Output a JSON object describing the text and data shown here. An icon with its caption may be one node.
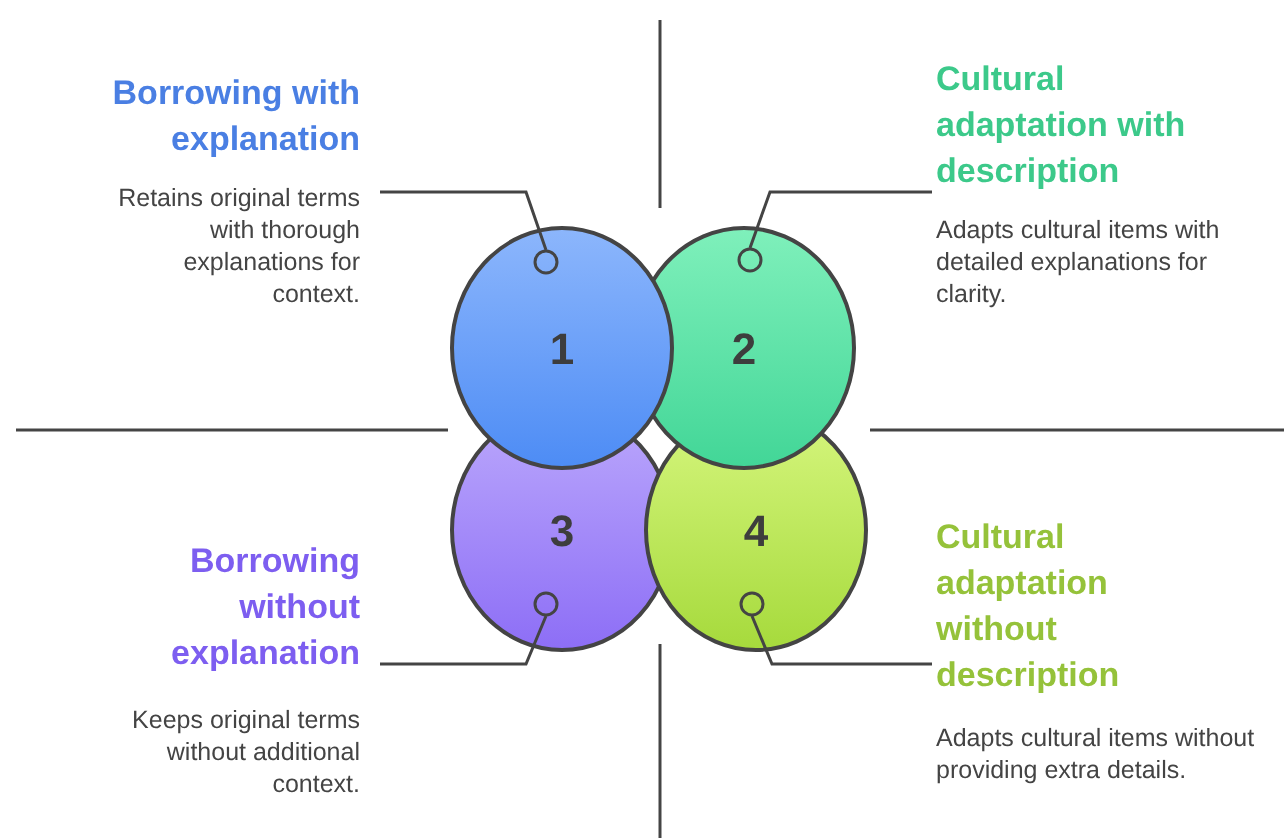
{
  "diagram": {
    "nodes": [
      {
        "text": [
          "Borrowing with explanation",
          "Retains original terms with thorough explanations for context."
        ]
      },
      {
        "text": [
          "Cultural adaptation with description",
          "Adapts cultural items with detailed explanations for clarity."
        ]
      },
      {
        "text": [
          "1"
        ]
      },
      {
        "text": [
          "2"
        ]
      },
      {
        "text": [
          "3"
        ]
      },
      {
        "text": [
          "4"
        ]
      },
      {
        "text": [
          "Borrowing without explanation",
          "Keeps original terms without additional context."
        ]
      },
      {
        "text": [
          "Cultural adaptation without description",
          "Adapts cultural items without providing extra details."
        ]
      }
    ],
    "edges": [
      {
        "from": 0,
        "to": 2,
        "arrow": "other"
      },
      {
        "from": 1,
        "to": 3,
        "arrow": "other"
      },
      {
        "from": 6,
        "to": 4,
        "arrow": "other"
      },
      {
        "from": 7,
        "to": 5,
        "arrow": "other"
      }
    ]
  }
}
